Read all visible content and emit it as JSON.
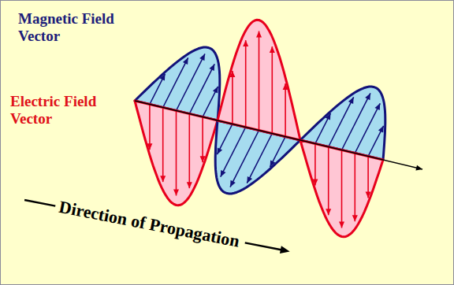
{
  "diagram": {
    "labels": [
      "Magnetic Field Vector",
      "Electric Field Vector",
      "Direction of Propagation"
    ]
  }
}
